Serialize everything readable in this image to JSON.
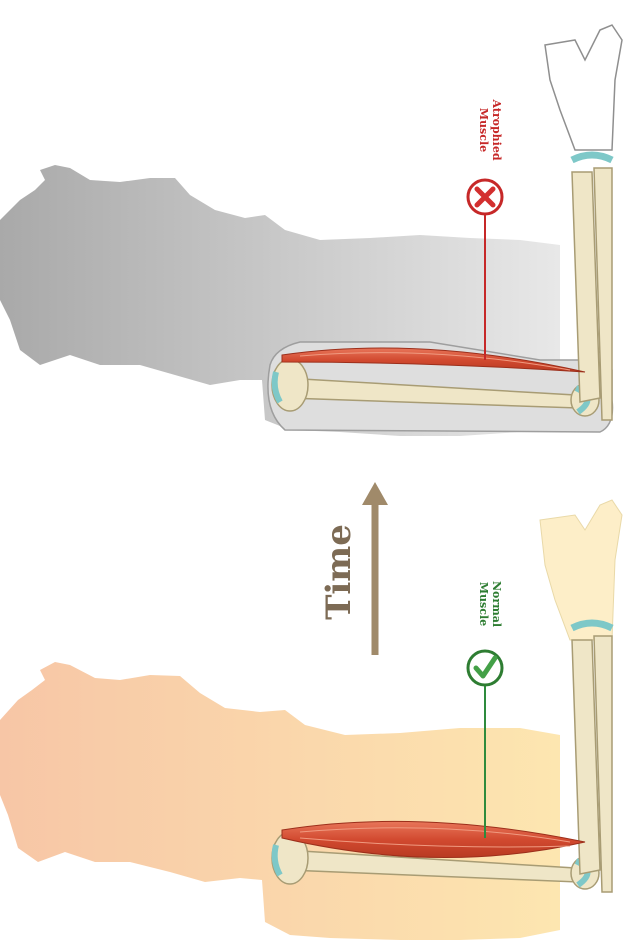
{
  "arrow_label": "Time",
  "normal": {
    "label_line1": "Normal",
    "label_line2": "Muscle",
    "status_color": "#2e8b3d",
    "icon": "check-icon"
  },
  "atrophied": {
    "label_line1": "Atrophied",
    "label_line2": "Muscle",
    "status_color": "#c62828",
    "icon": "cross-icon"
  },
  "colors": {
    "muscle": "#d9553a",
    "bone": "#efe6c7",
    "cartilage": "#7ec8c8",
    "arrow": "#a08a6a",
    "body_normal": "#f6c99e",
    "body_atrophied": "#c9c9c9"
  }
}
